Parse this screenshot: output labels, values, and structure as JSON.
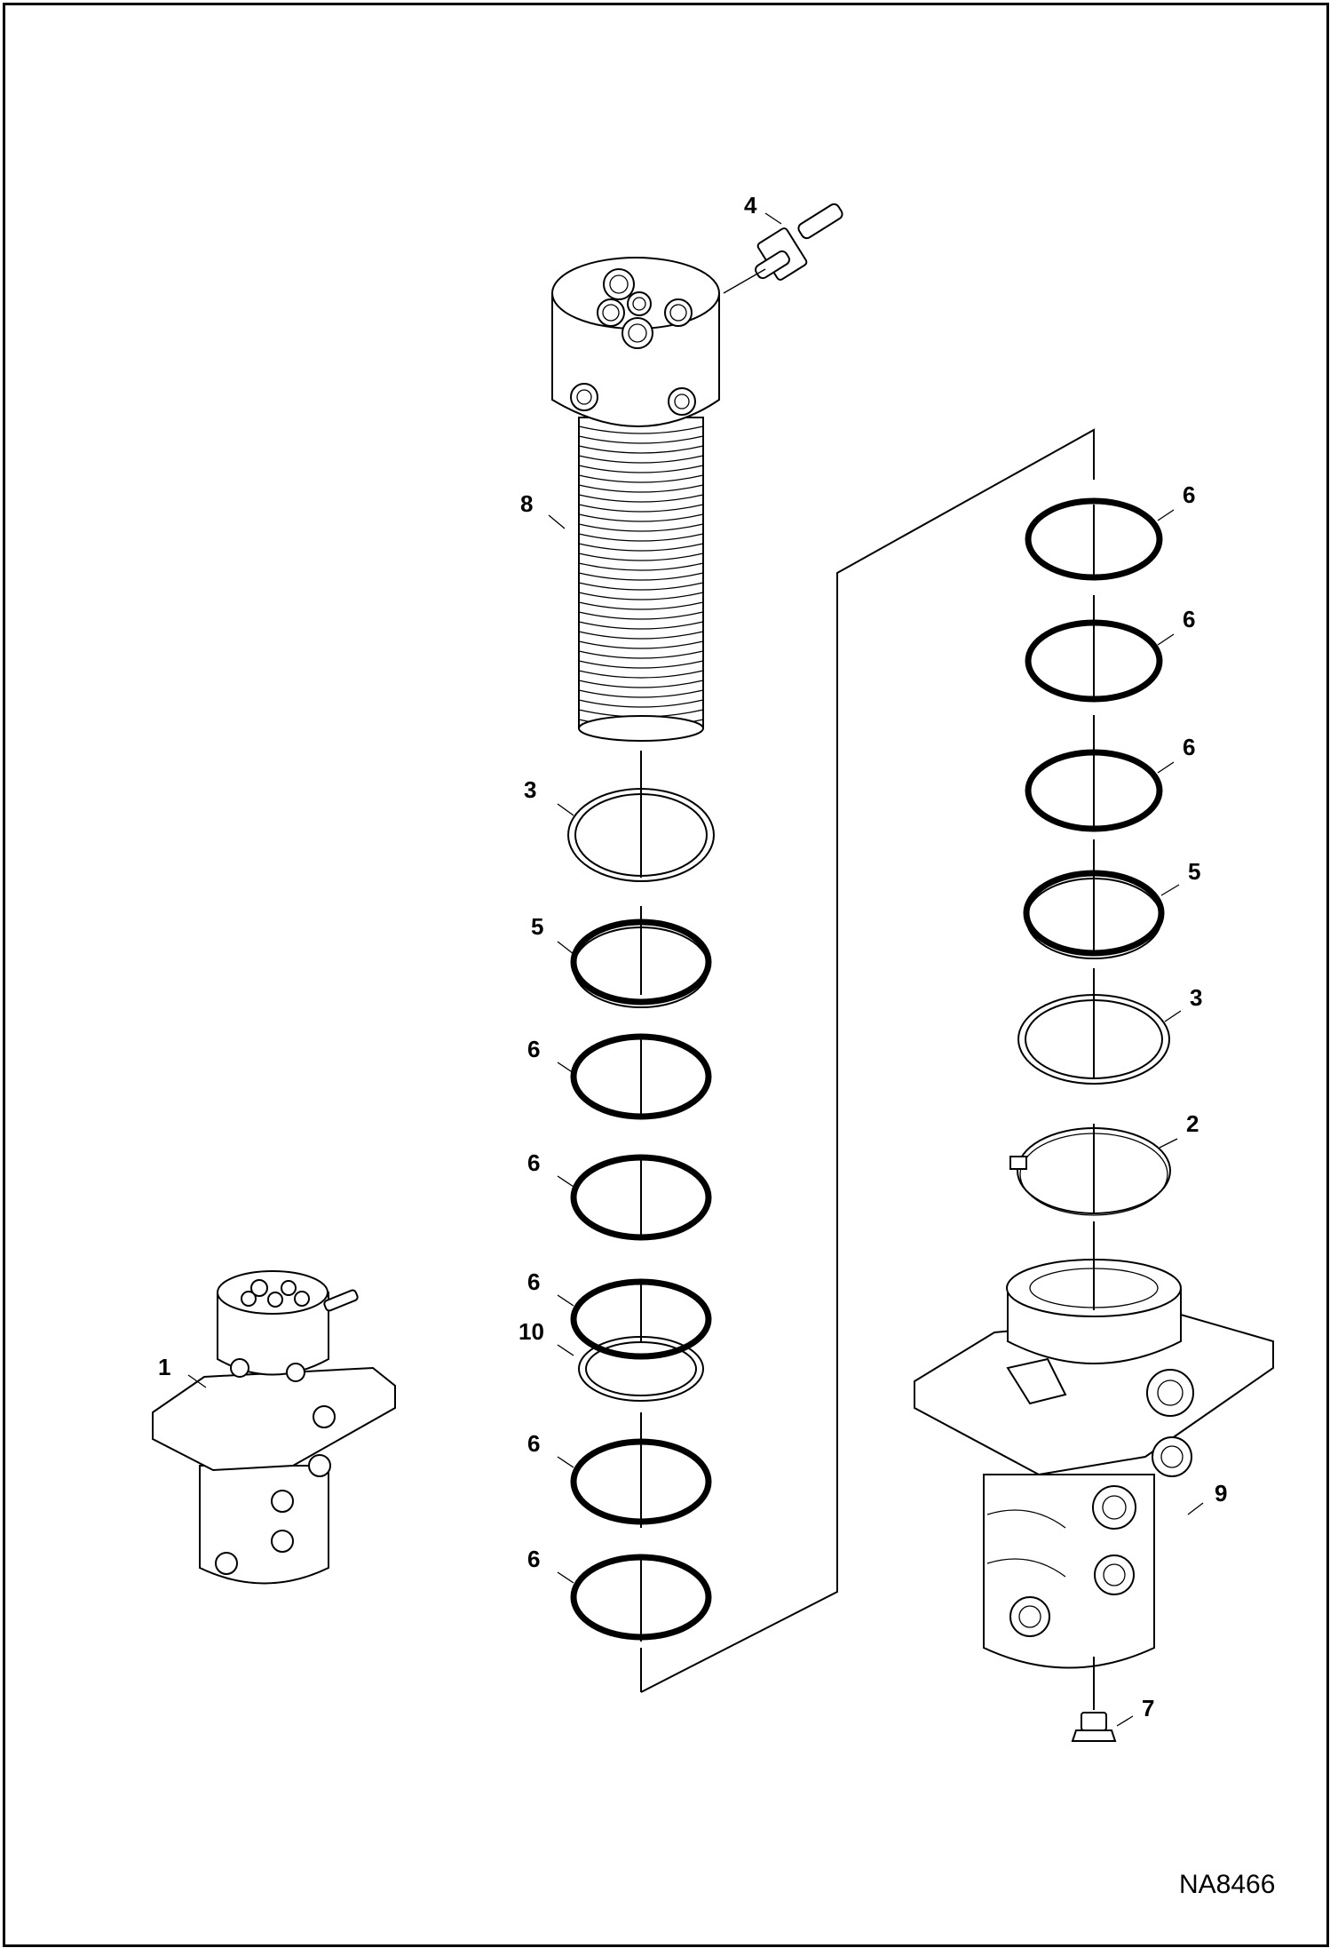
{
  "figure_id": "NA8466",
  "callouts": {
    "c4": "4",
    "c8": "8",
    "c3_left": "3",
    "c5_left": "5",
    "c6_left_1": "6",
    "c6_left_2": "6",
    "c6_left_3": "6",
    "c10": "10",
    "c6_left_4": "6",
    "c6_left_5": "6",
    "c1": "1",
    "c6_right_1": "6",
    "c6_right_2": "6",
    "c6_right_3": "6",
    "c5_right": "5",
    "c3_right": "3",
    "c2": "2",
    "c9": "9",
    "c7": "7"
  }
}
